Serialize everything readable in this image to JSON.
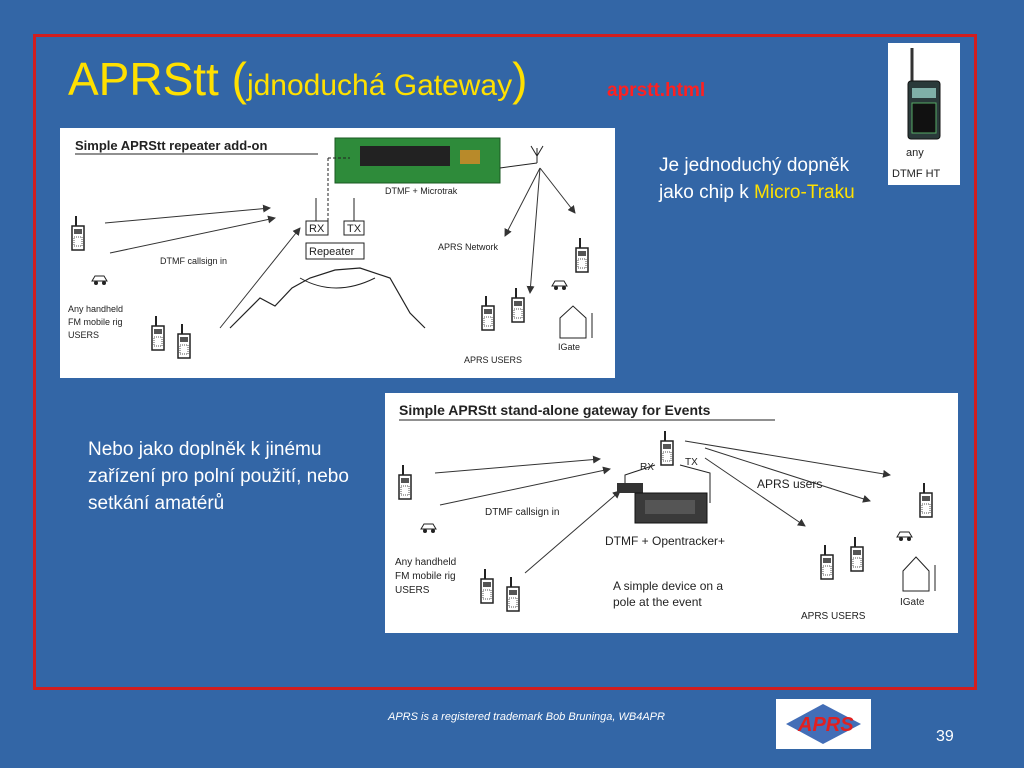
{
  "slide": {
    "title_main": "APRStt (",
    "title_sub": "jdnoduchá Gateway",
    "title_close": ")",
    "link": "aprstt.html",
    "side_text_1": "Je jednoduchý dopněk jako chip k ",
    "side_text_1_highlight": "Micro-Traku",
    "side_text_2": "Nebo jako doplněk k jinému zařízení pro polní použití, nebo setkání amatérů",
    "footer": "APRS is a registered trademark Bob Bruninga, WB4APR",
    "page_number": "39",
    "logo_text": "APRS"
  },
  "ht_image": {
    "line1": "any",
    "line2": "DTMF HT"
  },
  "diagram1": {
    "title": "Simple APRStt repeater add-on",
    "module_label": "DTMF + Microtrak",
    "rx": "RX",
    "tx": "TX",
    "repeater": "Repeater",
    "network": "APRS Network",
    "callsign": "DTMF callsign in",
    "users_line1": "Any handheld",
    "users_line2": "FM mobile rig",
    "users_line3": "USERS",
    "aprs_users": "APRS USERS",
    "igate": "IGate"
  },
  "diagram2": {
    "title": "Simple APRStt stand-alone gateway for Events",
    "rx": "RX",
    "tx": "TX",
    "aprs_users_top": "APRS users",
    "callsign": "DTMF callsign in",
    "device": "DTMF + Opentracker+",
    "users_line1": "Any handheld",
    "users_line2": "FM mobile rig",
    "users_line3": "USERS",
    "note_line1": "A simple device on a",
    "note_line2": "pole at the event",
    "aprs_users": "APRS USERS",
    "igate": "IGate"
  },
  "colors": {
    "background": "#3366a6",
    "frame": "#d21e1e",
    "title": "#ffe000",
    "link": "#ff2020"
  }
}
